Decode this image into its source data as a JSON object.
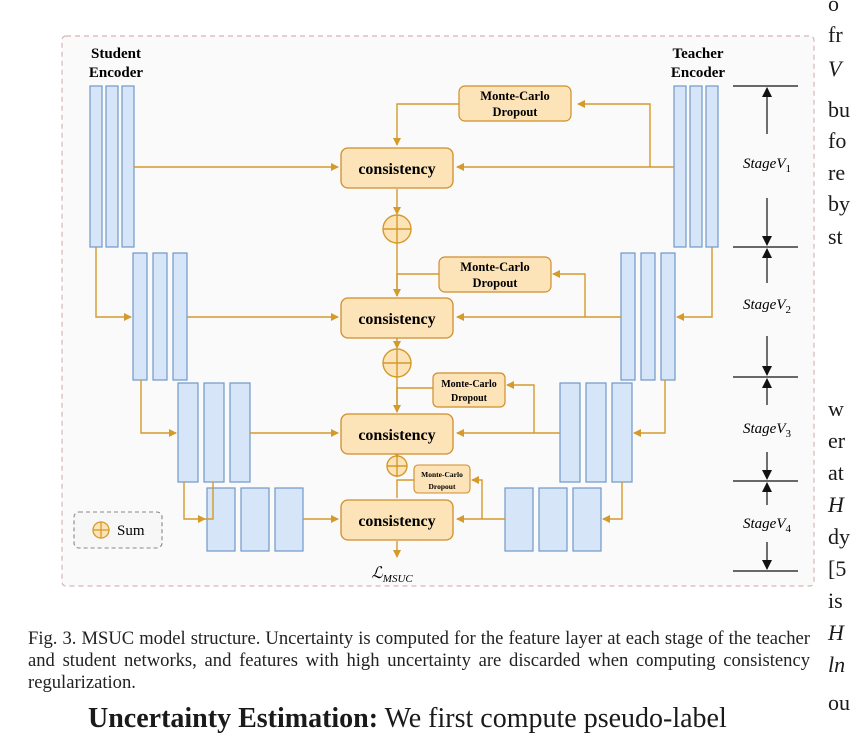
{
  "figure": {
    "student_label": [
      "Student",
      "Encoder"
    ],
    "teacher_label": [
      "Teacher",
      "Encoder"
    ],
    "consistency_label": "consistency",
    "mc_label": [
      "Monte-Carlo",
      "Dropout"
    ],
    "sum_symbol": "⊕",
    "legend_label": "Sum",
    "loss_label": "ℒ",
    "loss_subscript": "MSUC",
    "stages": [
      {
        "label": "Stage",
        "var": "V",
        "sub": "1"
      },
      {
        "label": "Stage",
        "var": "V",
        "sub": "2"
      },
      {
        "label": "Stage",
        "var": "V",
        "sub": "3"
      },
      {
        "label": "Stage",
        "var": "V",
        "sub": "4"
      }
    ],
    "colors": {
      "encoder_fill": "#d6e6f8",
      "encoder_stroke": "#6f98c8",
      "box_fill": "#fde3b8",
      "box_stroke": "#d08e2a",
      "arrow": "#d49a2a",
      "panel_border": "#d9b4b4"
    }
  },
  "caption": "Fig. 3.  MSUC model structure. Uncertainty is computed for the feature layer at each stage of the teacher and student networks, and features with high uncertainty are discarded when computing consistency regularization.",
  "heading": {
    "bold": "Uncertainty Estimation:",
    "text": " We first compute pseudo-label"
  },
  "right_column_fragments": [
    {
      "text": "o"
    },
    {
      "text": "fr"
    },
    {
      "text": "V"
    },
    {
      "text": "bu"
    },
    {
      "text": "fo"
    },
    {
      "text": "re"
    },
    {
      "text": "by"
    },
    {
      "text": "st"
    },
    {
      "text": "w"
    },
    {
      "text": "er"
    },
    {
      "text": "at"
    },
    {
      "text": "H"
    },
    {
      "text": "dy"
    },
    {
      "text": "[5"
    },
    {
      "text": "is"
    },
    {
      "text": "H"
    },
    {
      "text": "ln"
    },
    {
      "text": "ou"
    }
  ]
}
